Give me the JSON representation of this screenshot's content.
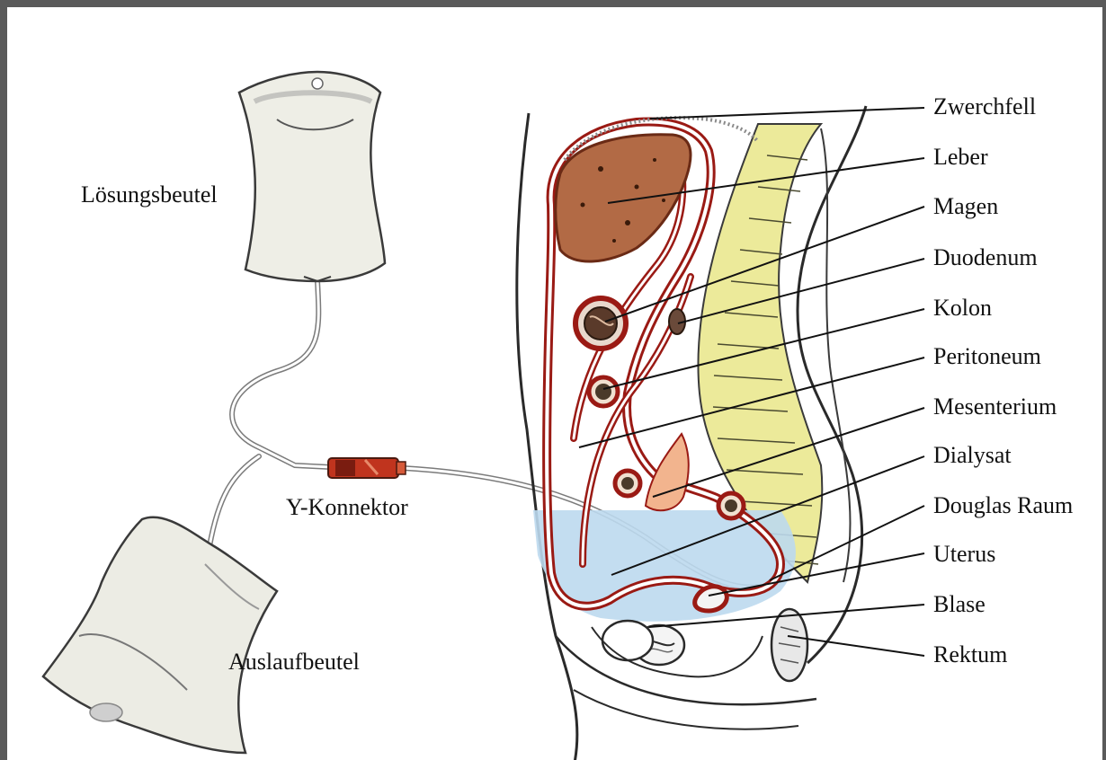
{
  "left_labels": {
    "solution_bag": "Lösungsbeutel",
    "connector": "Y-Konnektor",
    "drain_bag": "Auslaufbeutel"
  },
  "anatomy_labels": [
    "Zwerchfell",
    "Leber",
    "Magen",
    "Duodenum",
    "Kolon",
    "Peritoneum",
    "Mesenterium",
    "Dialysat",
    "Douglas Raum",
    "Uterus",
    "Blase",
    "Rektum"
  ],
  "colors": {
    "frame": "#5a5a5a",
    "peritoneum": "#9a1a14",
    "liver": "#b26a45",
    "dialysate": "#bcd9ee",
    "spine": "#ecea9a",
    "mesentery": "#f2b48e",
    "connector": "#c0341e"
  }
}
